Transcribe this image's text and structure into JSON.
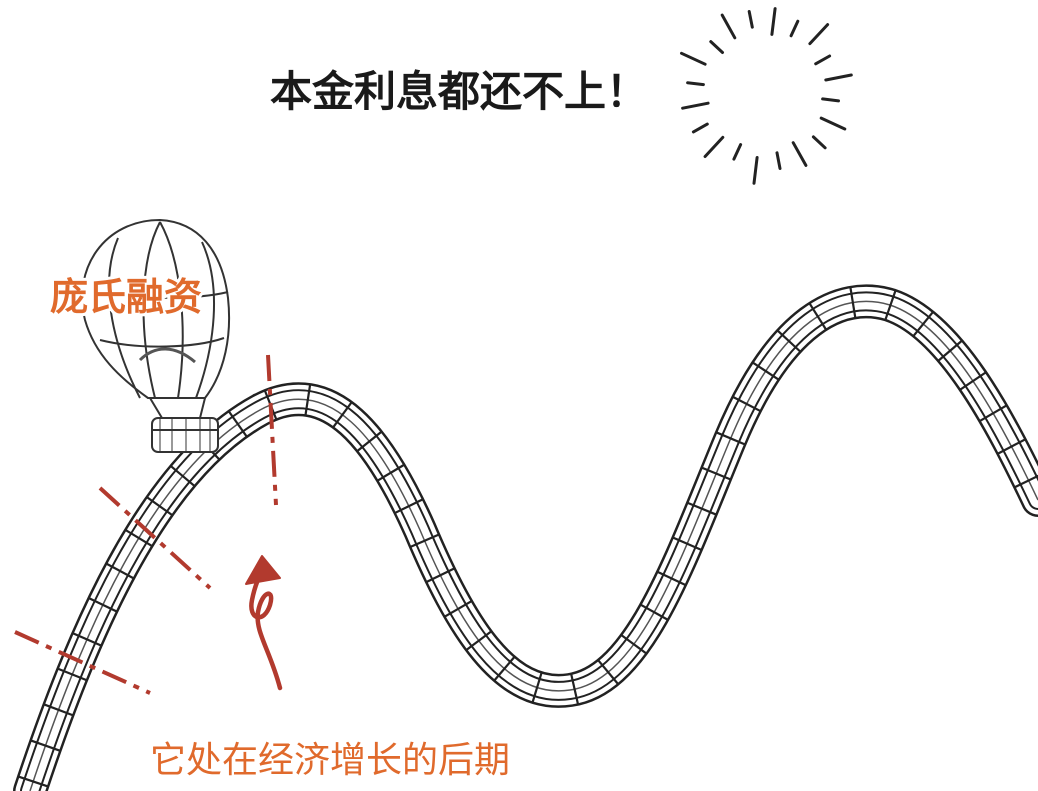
{
  "headline": "本金利息都还不上！",
  "balloon_label": "庞氏融资",
  "phase_label": "它处在经济增长的后期",
  "icons": {
    "sun": "sun-burst-icon",
    "balloon": "hot-air-balloon-icon",
    "arrow": "curved-arrow-icon"
  },
  "colors": {
    "text": "#1a1a1a",
    "accent_orange": "#e06a2c",
    "marker_red": "#b23a2e",
    "sketch_line": "#222222"
  }
}
